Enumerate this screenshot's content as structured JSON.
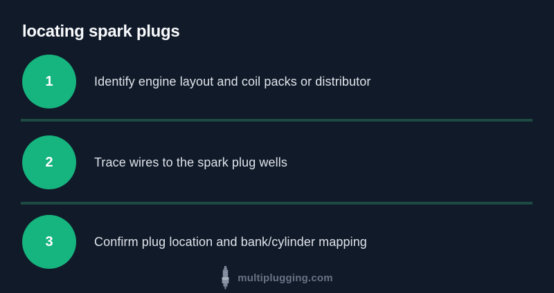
{
  "title": "locating spark plugs",
  "steps": [
    {
      "number": "1",
      "label": "Identify engine layout and coil packs or distributor"
    },
    {
      "number": "2",
      "label": "Trace wires to the spark plug wells"
    },
    {
      "number": "3",
      "label": "Confirm plug location and bank/cylinder mapping"
    }
  ],
  "footer": {
    "icon": "spark-plug-icon",
    "site_label": "multiplugging.com"
  },
  "colors": {
    "background": "#111a29",
    "accent_green": "#16b47e",
    "divider_teal": "#1d4a42",
    "title_text": "#f8fafc",
    "step_text": "#dfe4ea",
    "footer_text": "#697284"
  }
}
